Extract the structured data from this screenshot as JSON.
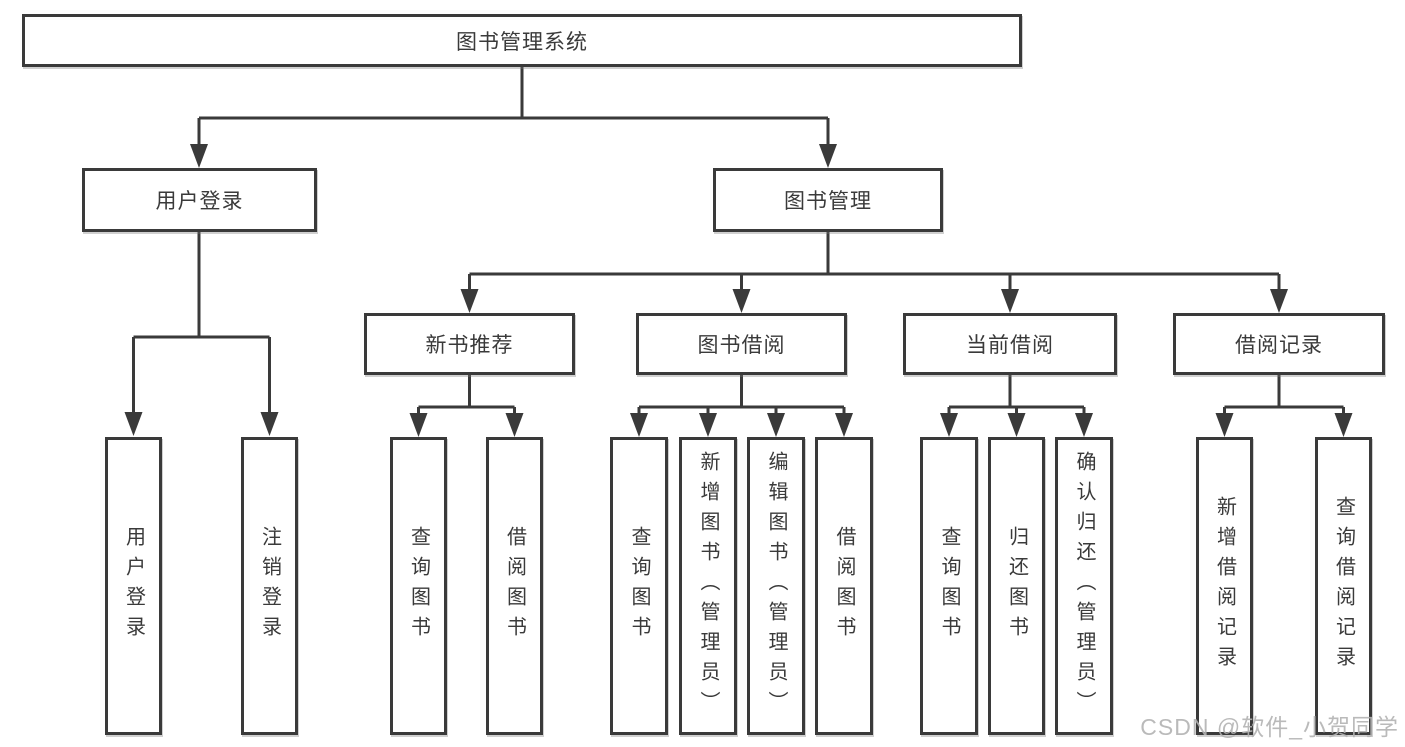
{
  "nodes": {
    "root": "图书管理系统",
    "user_login": "用户登录",
    "book_management": "图书管理",
    "new_book_recommend": "新书推荐",
    "book_borrowing": "图书借阅",
    "current_borrowing": "当前借阅",
    "borrowing_records": "借阅记录",
    "leaves": {
      "leaf_user_login": "用户登录",
      "leaf_logout": "注销登录",
      "rec_query_books": "查询图书",
      "rec_borrow_books": "借阅图书",
      "bor_query_books": "查询图书",
      "bor_add_book": "新增图书（管理员）",
      "bor_edit_book": "编辑图书（管理员）",
      "bor_borrow_books": "借阅图书",
      "cur_query_books": "查询图书",
      "cur_return_book": "归还图书",
      "cur_confirm_return": "确认归还（管理员）",
      "rcd_add_record": "新增借阅记录",
      "rcd_query_record": "查询借阅记录"
    }
  },
  "watermark": {
    "text": "CSDN @软件_小贺同学"
  },
  "colors": {
    "line": "#3a3a3a",
    "box_border": "#3a3a3a",
    "box_fill": "#ffffff",
    "text": "#3a3a3a",
    "watermark": "#b2b2b2",
    "background": "#ffffff"
  }
}
